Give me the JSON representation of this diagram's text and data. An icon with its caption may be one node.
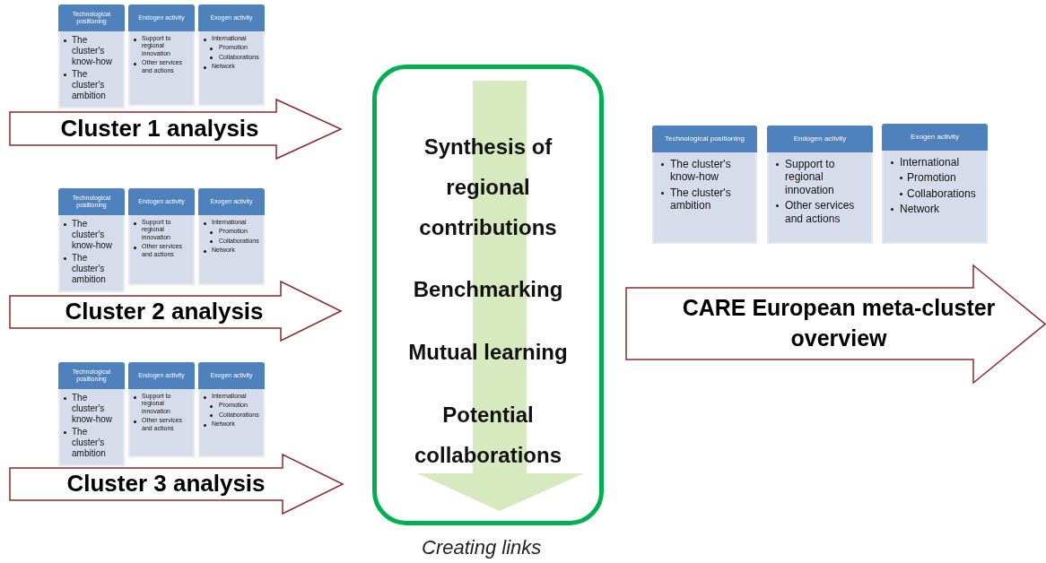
{
  "diagram": {
    "nodes": [
      {
        "text": [
          "Technological positioning",
          "The cluster's know-how",
          "The cluster's ambition"
        ]
      },
      {
        "text": [
          "Endogen activity",
          "Support to regional innovation",
          "Other services and actions"
        ]
      },
      {
        "text": [
          "Exogen activity",
          "International",
          "Promotion",
          "Collaborations",
          "Network"
        ]
      },
      {
        "text": [
          "Cluster 1 analysis"
        ]
      },
      {
        "text": [
          "Technological positioning",
          "The cluster's know-how",
          "The cluster's ambition"
        ]
      },
      {
        "text": [
          "Endogen activity",
          "Support to regional innovation",
          "Other services and actions"
        ]
      },
      {
        "text": [
          "Exogen activity",
          "International",
          "Promotion",
          "Collaborations",
          "Network"
        ]
      },
      {
        "text": [
          "Cluster 2 analysis"
        ]
      },
      {
        "text": [
          "Technological positioning",
          "The cluster's know-how",
          "The cluster's ambition"
        ]
      },
      {
        "text": [
          "Endogen activity",
          "Support to regional innovation",
          "Other services and actions"
        ]
      },
      {
        "text": [
          "Exogen activity",
          "International",
          "Promotion",
          "Collaborations",
          "Network"
        ]
      },
      {
        "text": [
          "Cluster 3 analysis"
        ]
      },
      {
        "text": [
          "Synthesis of regional contributions",
          "Benchmarking",
          "Mutual learning",
          "Potential collaborations"
        ],
        "beside": [
          "Creating links"
        ]
      },
      {
        "text": [
          "Technological positioning",
          "The cluster's know-how",
          "The cluster's ambition"
        ]
      },
      {
        "text": [
          "Endogen activity",
          "Support to regional innovation",
          "Other services and actions"
        ]
      },
      {
        "text": [
          "Exogen activity",
          "International",
          "Promotion",
          "Collaborations",
          "Network"
        ]
      },
      {
        "text": [
          "CARE European meta-cluster overview"
        ]
      }
    ]
  }
}
